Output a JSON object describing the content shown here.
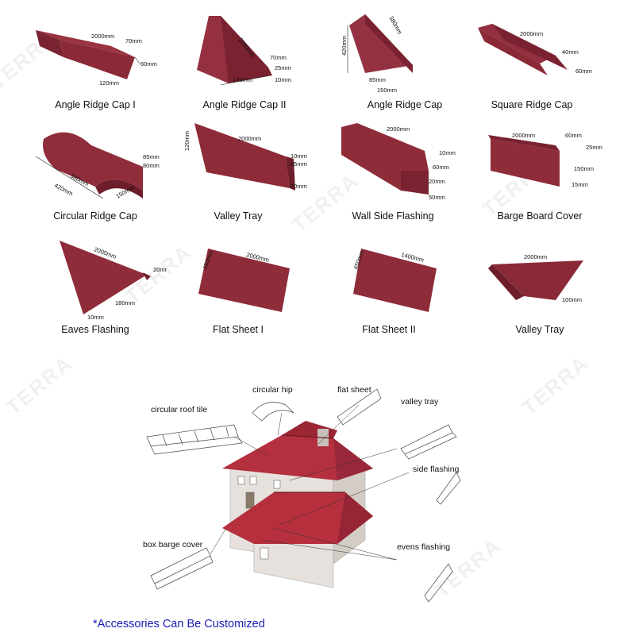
{
  "products": [
    {
      "name": "Angle Ridge Cap I",
      "dims": [
        "2000mm",
        "70mm",
        "60mm",
        "120mm"
      ]
    },
    {
      "name": "Angle Ridge Cap II",
      "dims": [
        "2000mm",
        "70mm",
        "25mm",
        "10mm",
        "130mm"
      ]
    },
    {
      "name": "Angle Ridge Cap",
      "dims": [
        "420mm",
        "380mm",
        "85mm",
        "150mm"
      ]
    },
    {
      "name": "Square Ridge Cap",
      "dims": [
        "2000mm",
        "40mm",
        "60mm"
      ]
    },
    {
      "name": "Circular Ridge Cap",
      "dims": [
        "85mm",
        "80mm",
        "380mm",
        "420mm",
        "150mm"
      ]
    },
    {
      "name": "Valley Tray",
      "dims": [
        "120mm",
        "2000mm",
        "10mm",
        "25mm",
        "70mm"
      ]
    },
    {
      "name": "Wall Side Flashing",
      "dims": [
        "2000mm",
        "10mm",
        "60mm",
        "20mm",
        "50mm"
      ]
    },
    {
      "name": "Barge Board Cover",
      "dims": [
        "2000mm",
        "60mm",
        "25mm",
        "150mm",
        "15mm"
      ]
    },
    {
      "name": "Eaves Flashing",
      "dims": [
        "2000mm",
        "20mm",
        "180mm",
        "10mm"
      ]
    },
    {
      "name": "Flat Sheet I",
      "dims": [
        "450mm",
        "2000mm"
      ]
    },
    {
      "name": "Flat Sheet II",
      "dims": [
        "450mm",
        "1400mm"
      ]
    },
    {
      "name": "Valley Tray",
      "dims": [
        "2000mm",
        "100mm"
      ]
    }
  ],
  "diagram": {
    "labels": {
      "circular_roof_tile": "circular roof tile",
      "circular_hip": "circular hip",
      "flat_sheet": "flat sheet",
      "valley_tray": "valley tray",
      "side_flashing": "side flashing",
      "box_barge_cover": "box barge cover",
      "evens_flashing": "evens flashing"
    }
  },
  "note": "*Accessories Can Be Customized",
  "colors": {
    "tile_red": "#8e2a35",
    "tile_dark": "#6b1c27",
    "note_blue": "#1a1ab4"
  }
}
